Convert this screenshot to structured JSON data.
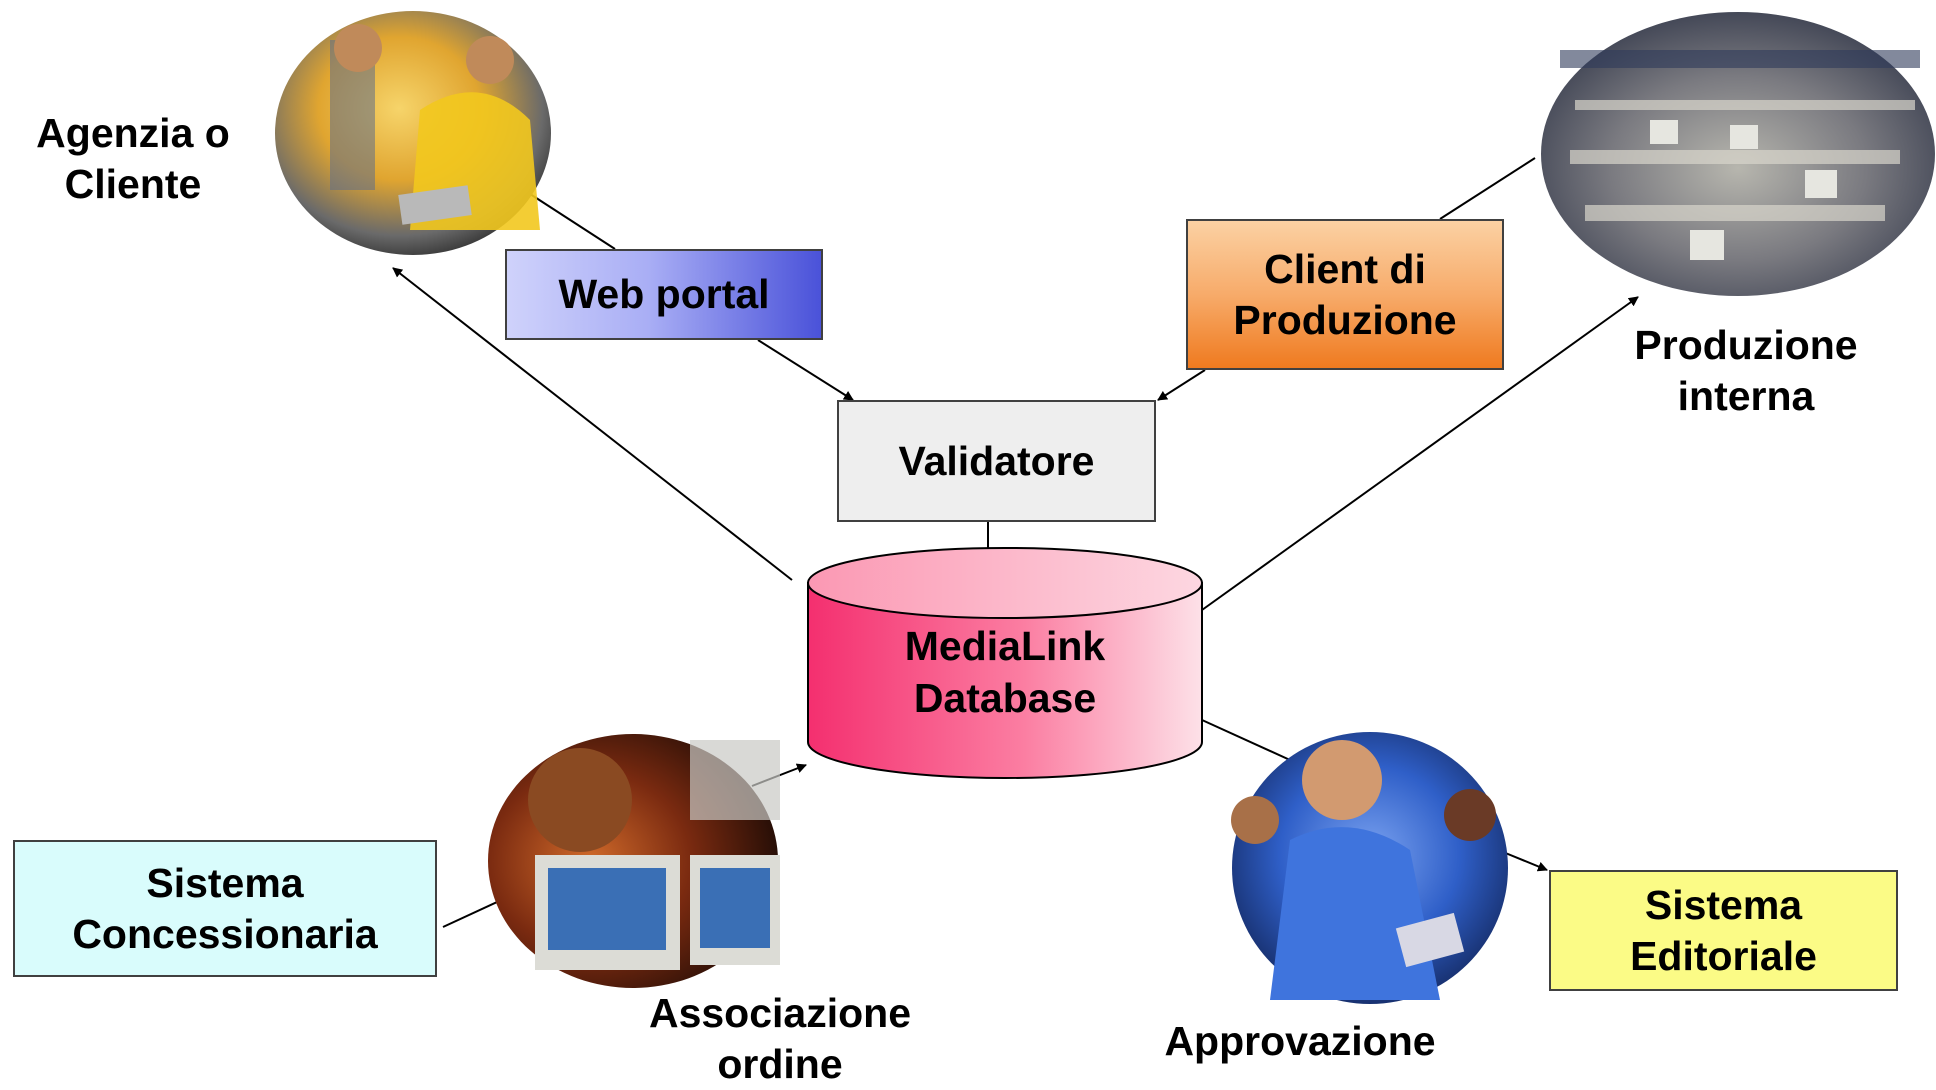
{
  "nodes": {
    "agenzia": {
      "line1": "Agenzia o",
      "line2": "Cliente"
    },
    "web_portal": {
      "label": "Web portal"
    },
    "client_produzione": {
      "line1": "Client di",
      "line2": "Produzione"
    },
    "produzione_interna": {
      "line1": "Produzione",
      "line2": "interna"
    },
    "validatore": {
      "label": "Validatore"
    },
    "database": {
      "line1": "MediaLink",
      "line2": "Database"
    },
    "sistema_concessionaria": {
      "line1": "Sistema",
      "line2": "Concessionaria"
    },
    "associazione": {
      "line1": "Associazione",
      "line2": "ordine"
    },
    "approvazione": {
      "label": "Approvazione"
    },
    "sistema_editoriale": {
      "line1": "Sistema",
      "line2": "Editoriale"
    }
  },
  "photos": [
    {
      "name": "photo-agenzia-cliente",
      "subject": "two businessmen reviewing a tablet"
    },
    {
      "name": "photo-produzione-interna",
      "subject": "open-plan office with many workstations"
    },
    {
      "name": "photo-associazione-ordine",
      "subject": "man working at computer monitors"
    },
    {
      "name": "photo-approvazione",
      "subject": "group of people reviewing a document"
    }
  ],
  "colors": {
    "web_portal": "#4a52d9",
    "client_produzione": "#ef7a1f",
    "validatore": "#eeeeee",
    "database": "#ff4f86",
    "sistema_concessionaria": "#d9fcfc",
    "sistema_editoriale": "#fbfb86"
  }
}
